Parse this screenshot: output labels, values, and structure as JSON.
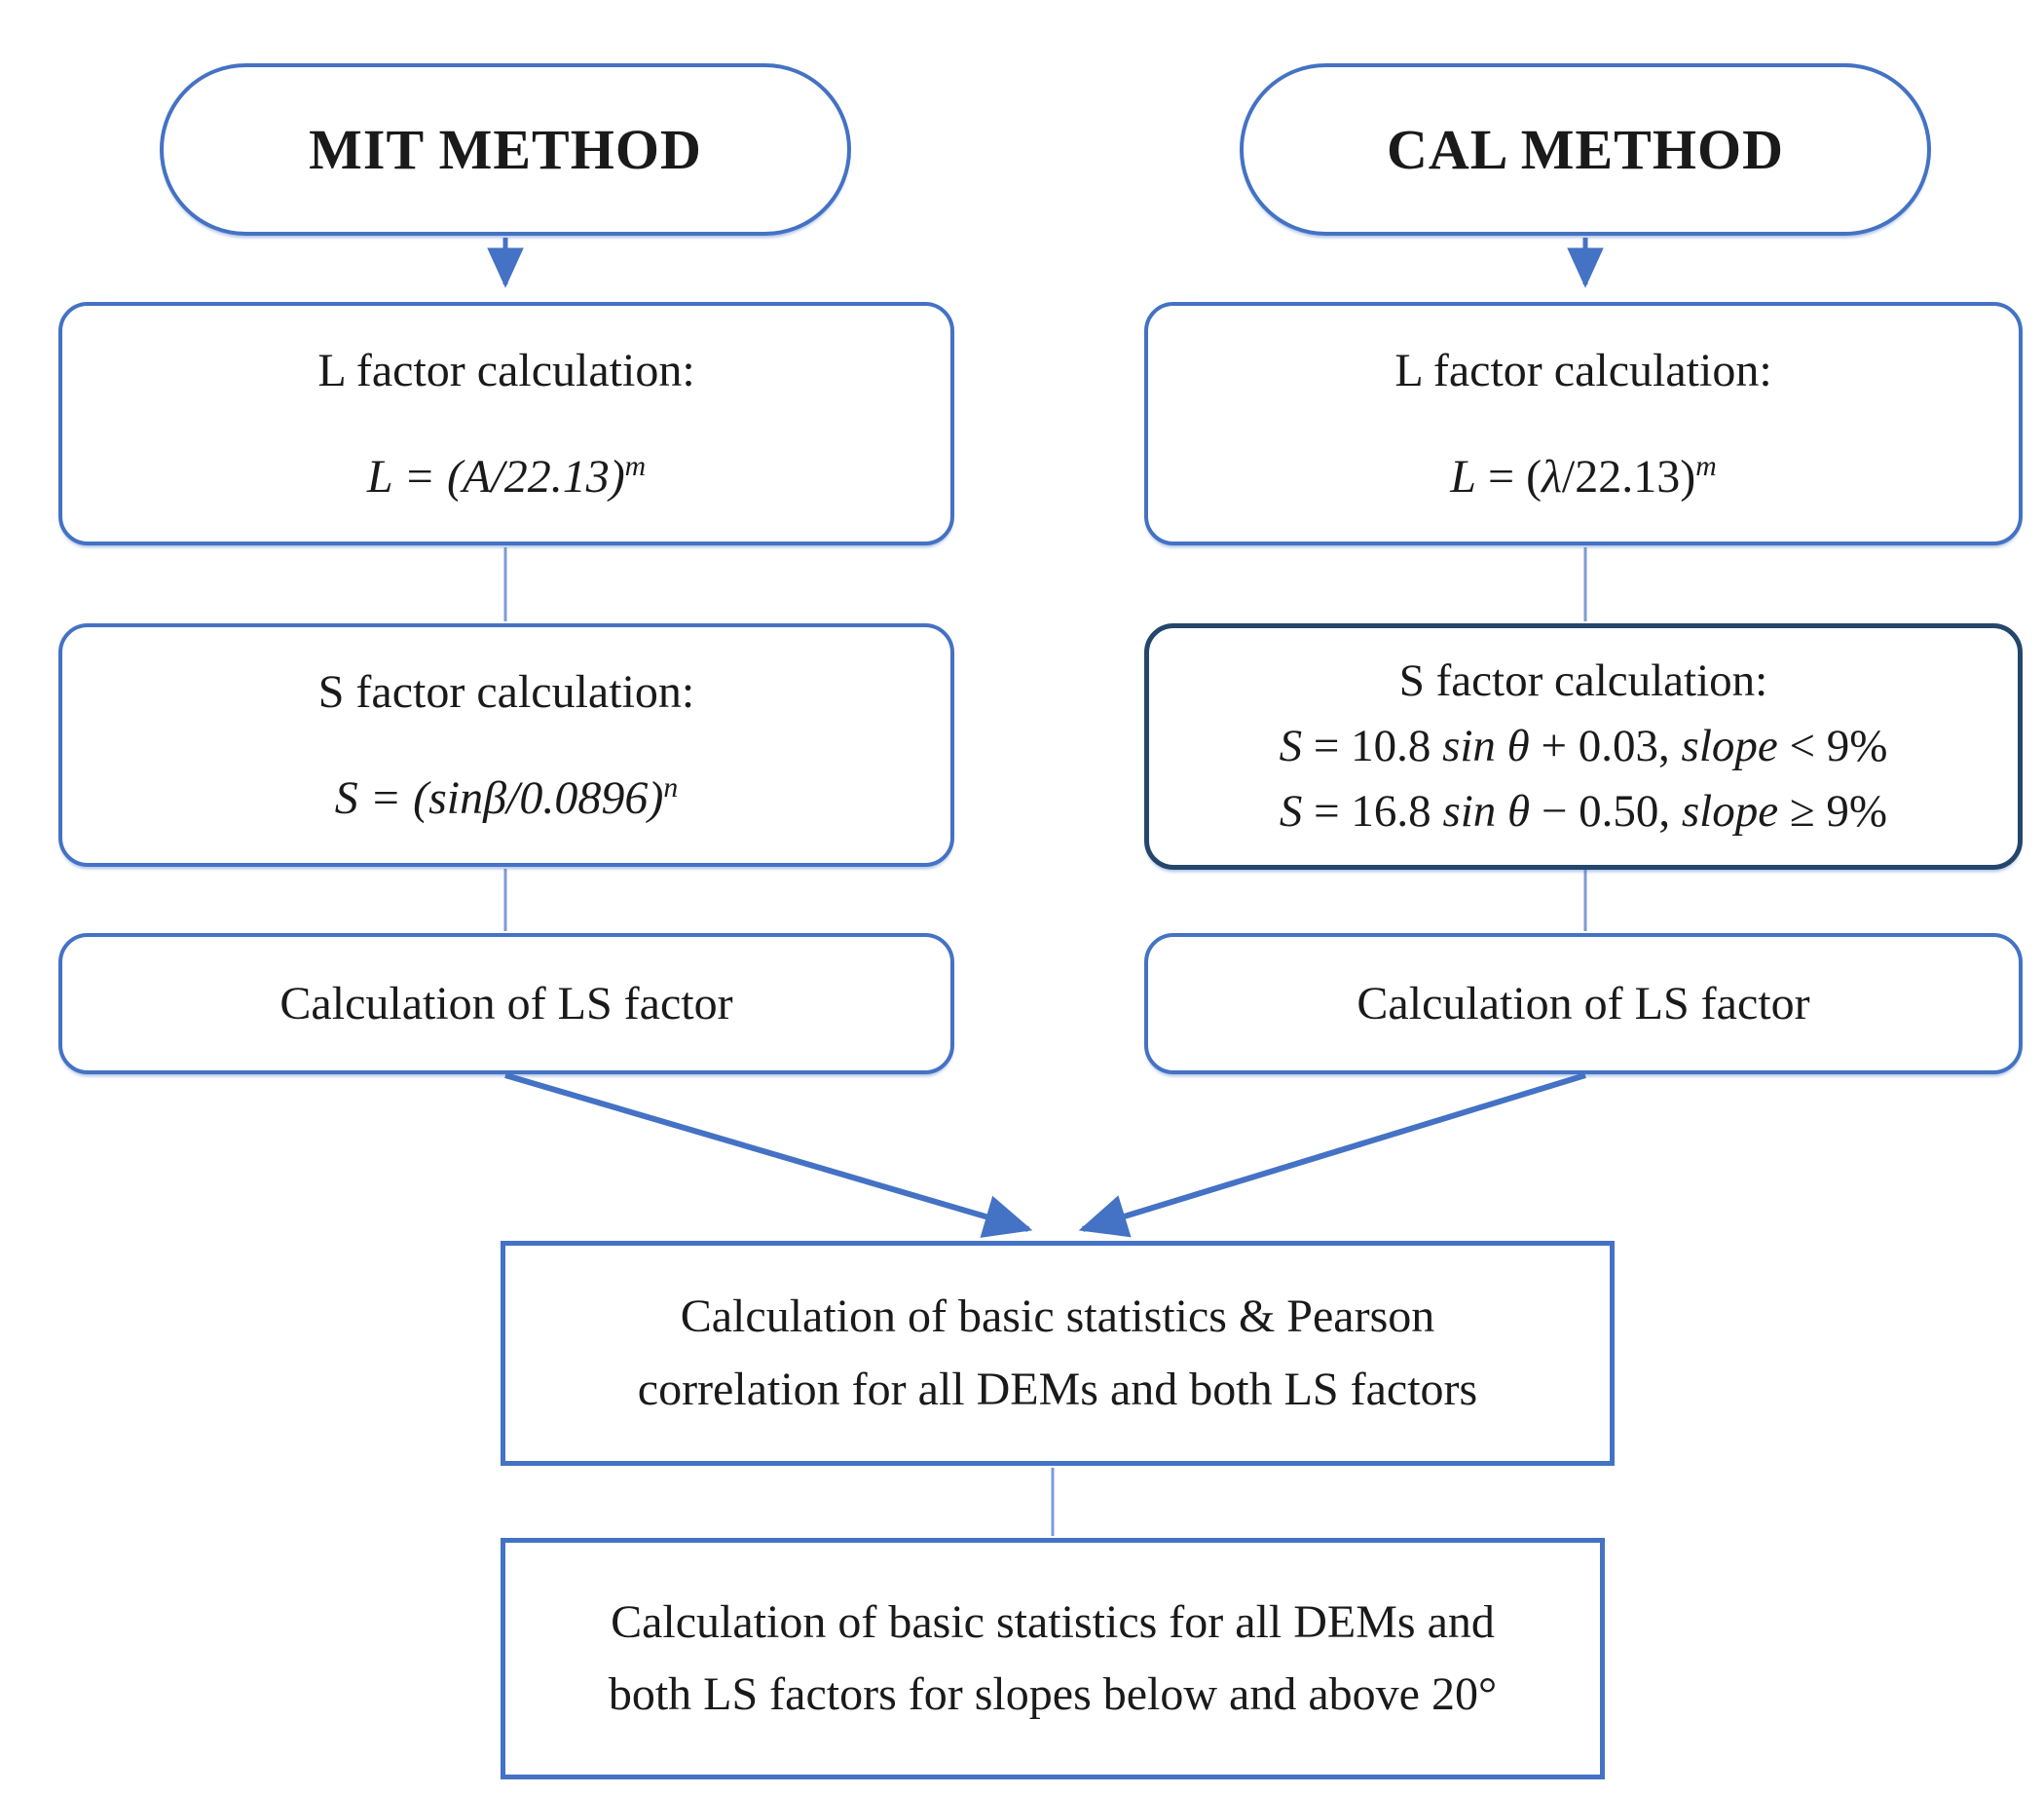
{
  "flowchart": {
    "colors": {
      "border_blue": "#4472C4",
      "border_dark_navy": "#24466B",
      "thin_connector_blue": "#7D9BD6",
      "text": "#1A1A1A",
      "background": "#FFFFFF"
    },
    "mit": {
      "title": "MIT METHOD",
      "l_box": {
        "label": "L factor calculation:",
        "formula": [
          {
            "t": "L = (A/22.13)",
            "c": "it"
          },
          {
            "t": "m",
            "c": "it sup"
          }
        ]
      },
      "s_box": {
        "label": "S factor calculation:",
        "formula": [
          {
            "t": "S = (sinβ/0.0896)",
            "c": "it"
          },
          {
            "t": "n",
            "c": "it sup"
          }
        ]
      },
      "ls_box": {
        "label": "Calculation of LS factor"
      }
    },
    "cal": {
      "title": "CAL METHOD",
      "l_box": {
        "label": "L factor calculation:",
        "formula": [
          {
            "t": "L",
            "c": "it"
          },
          {
            "t": " = (",
            "c": "up"
          },
          {
            "t": "λ",
            "c": "it"
          },
          {
            "t": "/22.13)",
            "c": "up"
          },
          {
            "t": "m",
            "c": "it sup"
          }
        ]
      },
      "s_box": {
        "label": "S factor calculation:",
        "formula1": [
          {
            "t": "S",
            "c": "it"
          },
          {
            "t": " = 10.8 ",
            "c": "up"
          },
          {
            "t": "sin θ",
            "c": "it"
          },
          {
            "t": " + 0.03, ",
            "c": "up"
          },
          {
            "t": "slope",
            "c": "it"
          },
          {
            "t": " < 9%",
            "c": "up"
          }
        ],
        "formula2": [
          {
            "t": "S",
            "c": "it"
          },
          {
            "t": " = 16.8 ",
            "c": "up"
          },
          {
            "t": "sin θ",
            "c": "it"
          },
          {
            "t": " − 0.50, ",
            "c": "up"
          },
          {
            "t": "slope",
            "c": "it"
          },
          {
            "t": " ≥ 9%",
            "c": "up"
          }
        ]
      },
      "ls_box": {
        "label": "Calculation of LS factor"
      }
    },
    "merge": {
      "stats_box": {
        "line1": "Calculation of basic statistics & Pearson",
        "line2": "correlation for all DEMs and both LS factors"
      },
      "slopes_box": {
        "line1": "Calculation of basic statistics for all DEMs and",
        "line2": "both LS factors for slopes below and above 20°"
      }
    }
  }
}
